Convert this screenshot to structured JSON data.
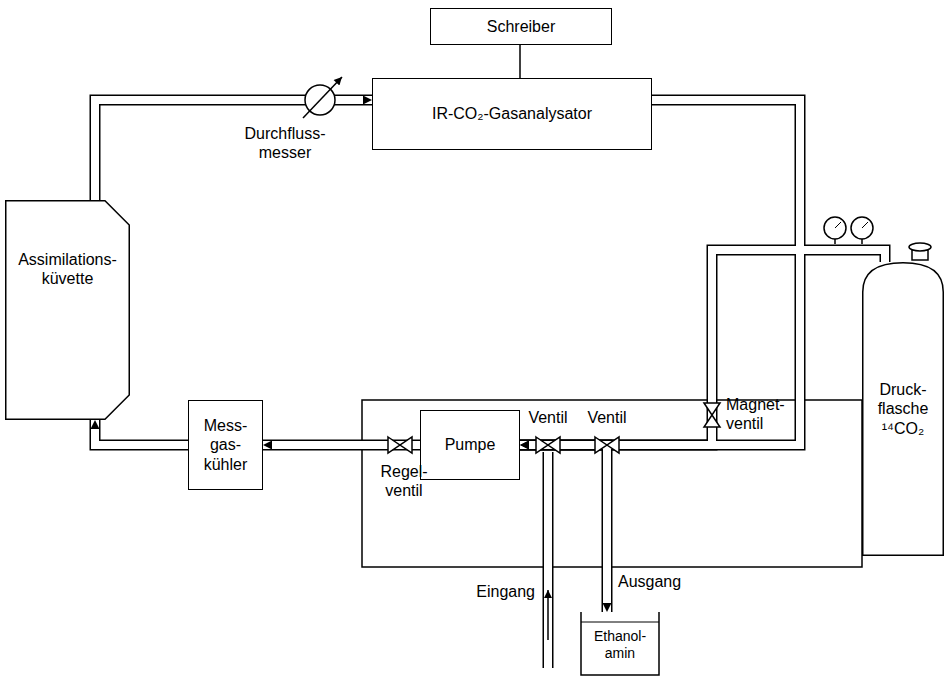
{
  "diagram": {
    "nodes": [
      {
        "text": [
          "Schreiber"
        ]
      },
      {
        "text": [
          "IR-CO₂-Gasanalysator"
        ]
      },
      {
        "text": [
          "Assimilations- küvette"
        ]
      },
      {
        "text": [
          "Mess- gas- kühler"
        ]
      },
      {
        "text": [
          "Pumpe"
        ]
      },
      {
        "text": [
          "Druck- flasche ¹⁴CO₂"
        ]
      },
      {
        "text": [
          "Ethanol- amin"
        ]
      }
    ],
    "edges": [
      {
        "from": 0,
        "to": 1,
        "arrow": "none"
      },
      {
        "from": 2,
        "to": 1,
        "arrow": "to"
      },
      {
        "from": 1,
        "to": 4,
        "arrow": "to"
      },
      {
        "from": 5,
        "to": 4,
        "arrow": "to"
      },
      {
        "from": 4,
        "to": 3,
        "arrow": "to"
      },
      {
        "from": 3,
        "to": 2,
        "arrow": "to"
      },
      {
        "from": 4,
        "to": 6,
        "label": "Ausgang",
        "arrow": "to"
      }
    ],
    "labels": [
      "Durchfluss- messer",
      "Regel- ventil",
      "Ventil",
      "Ventil",
      "Magnet- ventil",
      "Eingang"
    ]
  }
}
